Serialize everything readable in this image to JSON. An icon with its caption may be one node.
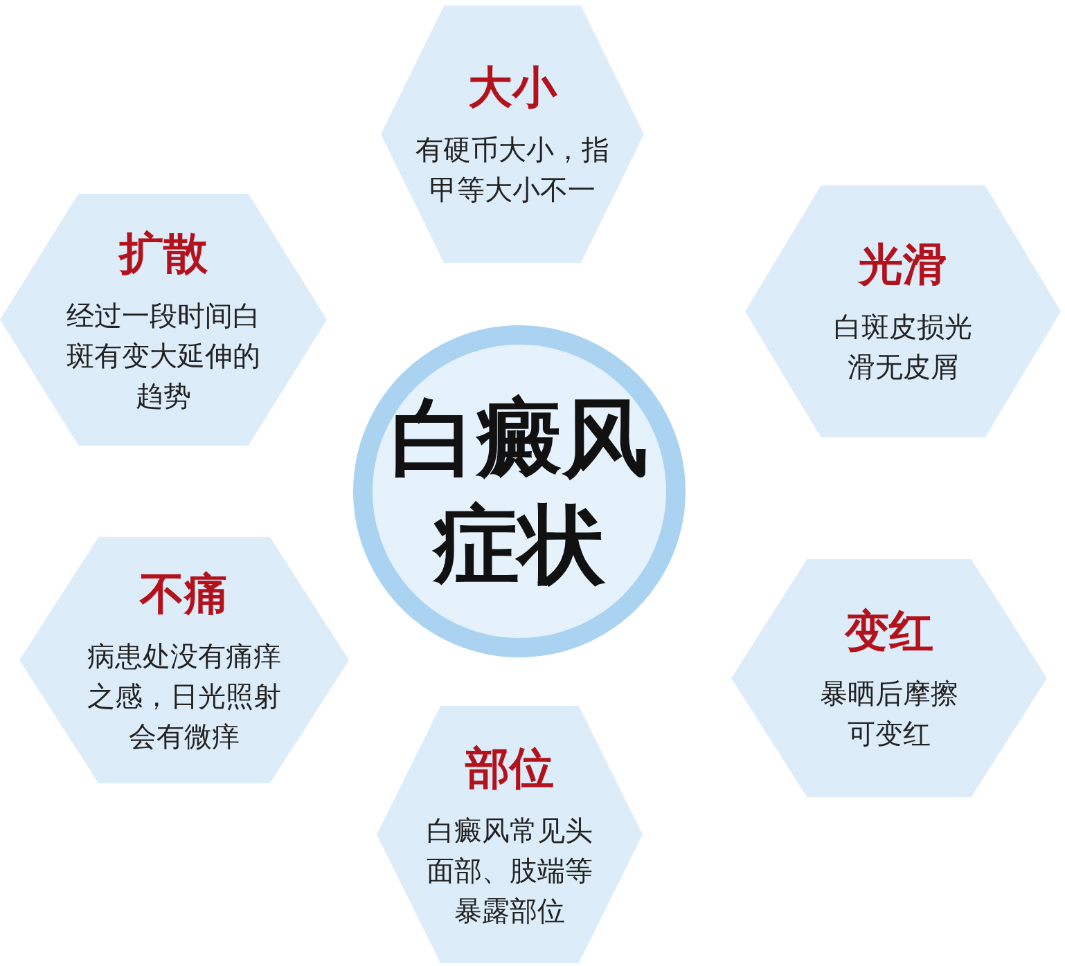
{
  "diagram": {
    "nodes": [
      {
        "text": [
          "大小",
          "有硬币大小，指甲等大小不一"
        ]
      },
      {
        "text": [
          "扩散",
          "经过一段时间白斑有变大延伸的趋势"
        ]
      },
      {
        "text": [
          "光滑",
          "白斑皮损光滑无皮屑"
        ]
      },
      {
        "text": [
          "白癜风症状"
        ]
      },
      {
        "text": [
          "不痛",
          "病患处没有痛痒之感，日光照射会有微痒"
        ]
      },
      {
        "text": [
          "变红",
          "暴晒后摩擦可变红"
        ]
      },
      {
        "text": [
          "部位",
          "白癜风常见头面部、肢端等暴露部位"
        ]
      }
    ]
  }
}
